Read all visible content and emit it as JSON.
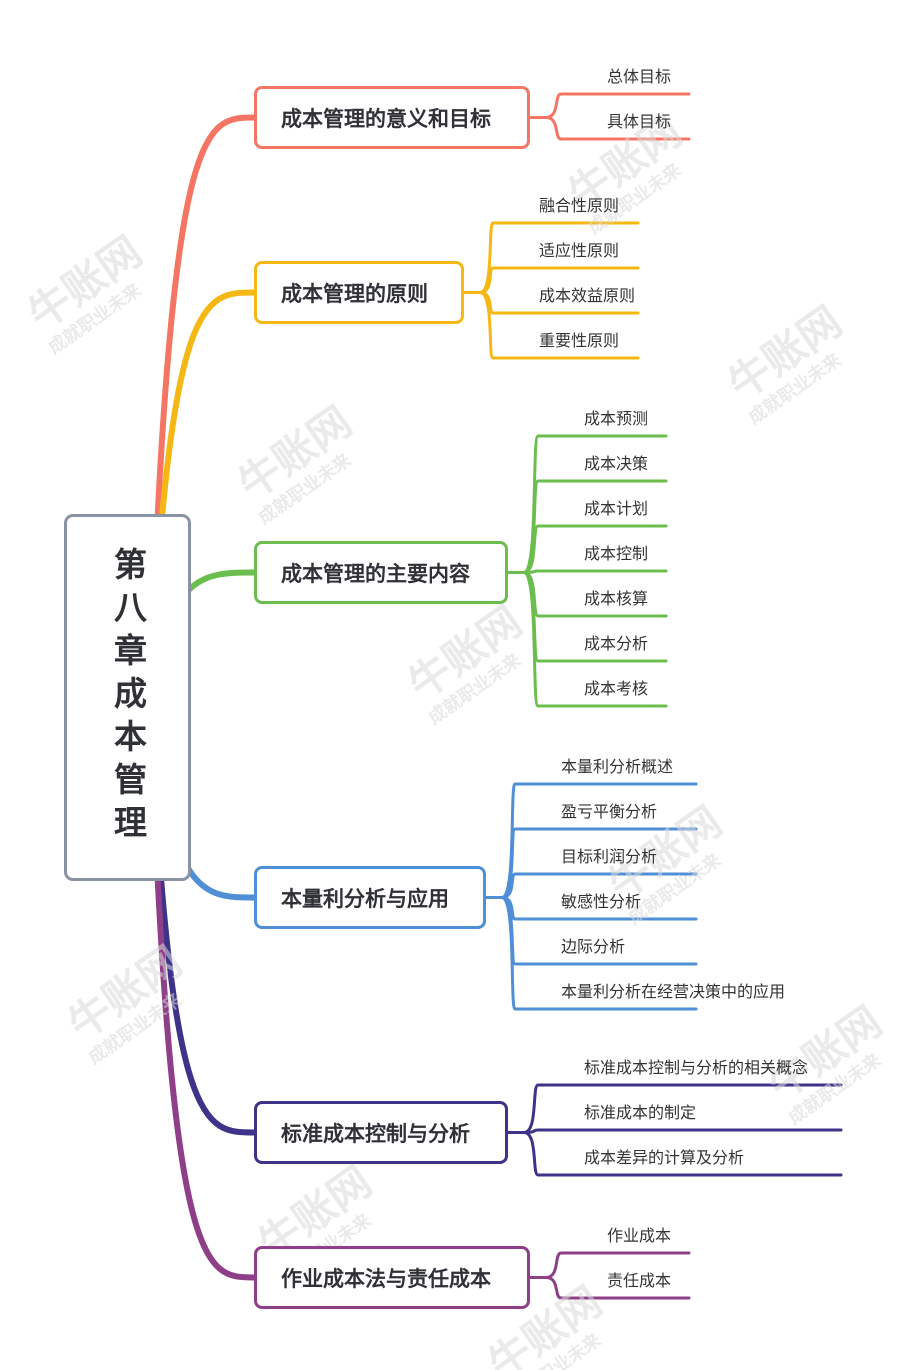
{
  "root": {
    "title": "第八章成本管理",
    "color": "#8a93a3"
  },
  "branches": [
    {
      "label": "成本管理的意义和目标",
      "color": "#f47564",
      "children": [
        "总体目标",
        "具体目标"
      ]
    },
    {
      "label": "成本管理的原则",
      "color": "#f5b713",
      "children": [
        "融合性原则",
        "适应性原则",
        "成本效益原则",
        "重要性原则"
      ]
    },
    {
      "label": "成本管理的主要内容",
      "color": "#6bbd4d",
      "children": [
        "成本预测",
        "成本决策",
        "成本计划",
        "成本控制",
        "成本核算",
        "成本分析",
        "成本考核"
      ]
    },
    {
      "label": "本量利分析与应用",
      "color": "#4f8fd6",
      "children": [
        "本量利分析概述",
        "盈亏平衡分析",
        "目标利润分析",
        "敏感性分析",
        "边际分析",
        "本量利分析在经营决策中的应用"
      ]
    },
    {
      "label": "标准成本控制与分析",
      "color": "#3d3389",
      "children": [
        "标准成本控制与分析的相关概念",
        "标准成本的制定",
        "成本差异的计算及分析"
      ]
    },
    {
      "label": "作业成本法与责任成本",
      "color": "#8f3f87",
      "children": [
        "作业成本",
        "责任成本"
      ]
    }
  ],
  "watermark": {
    "brand": "牛账网",
    "slogan": "成就职业未来"
  }
}
